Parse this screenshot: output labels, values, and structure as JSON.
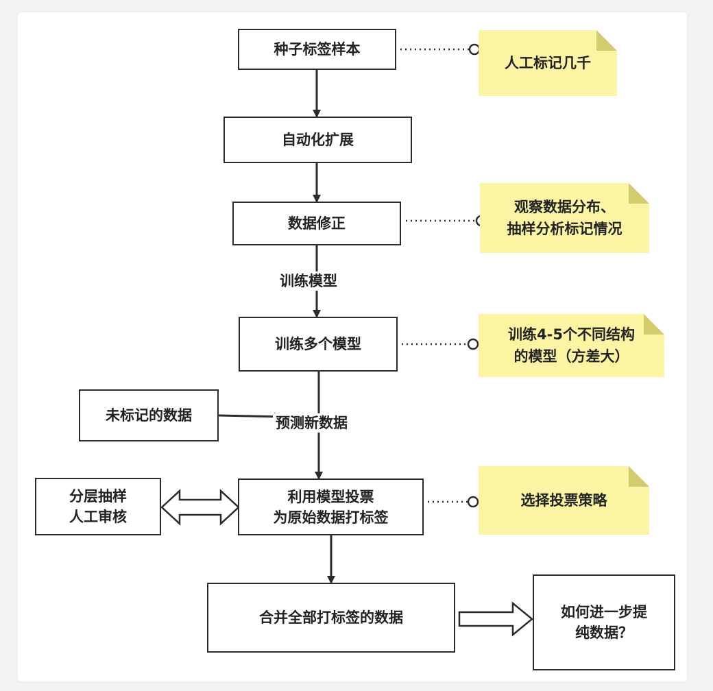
{
  "nodes": {
    "seed": "种子标签样本",
    "expand": "自动化扩展",
    "fix": "数据修正",
    "multi": "训练多个模型",
    "unlabeled": "未标记的数据",
    "vote": [
      "利用模型投票",
      "为原始数据打标签"
    ],
    "sample": [
      "分层抽样",
      "人工审核"
    ],
    "merge": "合并全部打标签的数据",
    "purify": [
      "如何进一步提",
      "纯数据？"
    ]
  },
  "notes": {
    "seed": "人工标记几千",
    "fix": [
      "观察数据分布、",
      "抽样分析标记情况"
    ],
    "multi": [
      "训练4-5个不同结构",
      "的模型（方差大）"
    ],
    "vote": "选择投票策略"
  },
  "edge_labels": {
    "train": "训练模型",
    "predict": "预测新数据"
  },
  "colors": {
    "note_fill": "#fbf5a3",
    "note_fold": "#d3cc6c",
    "line": "#2b2b2b"
  }
}
